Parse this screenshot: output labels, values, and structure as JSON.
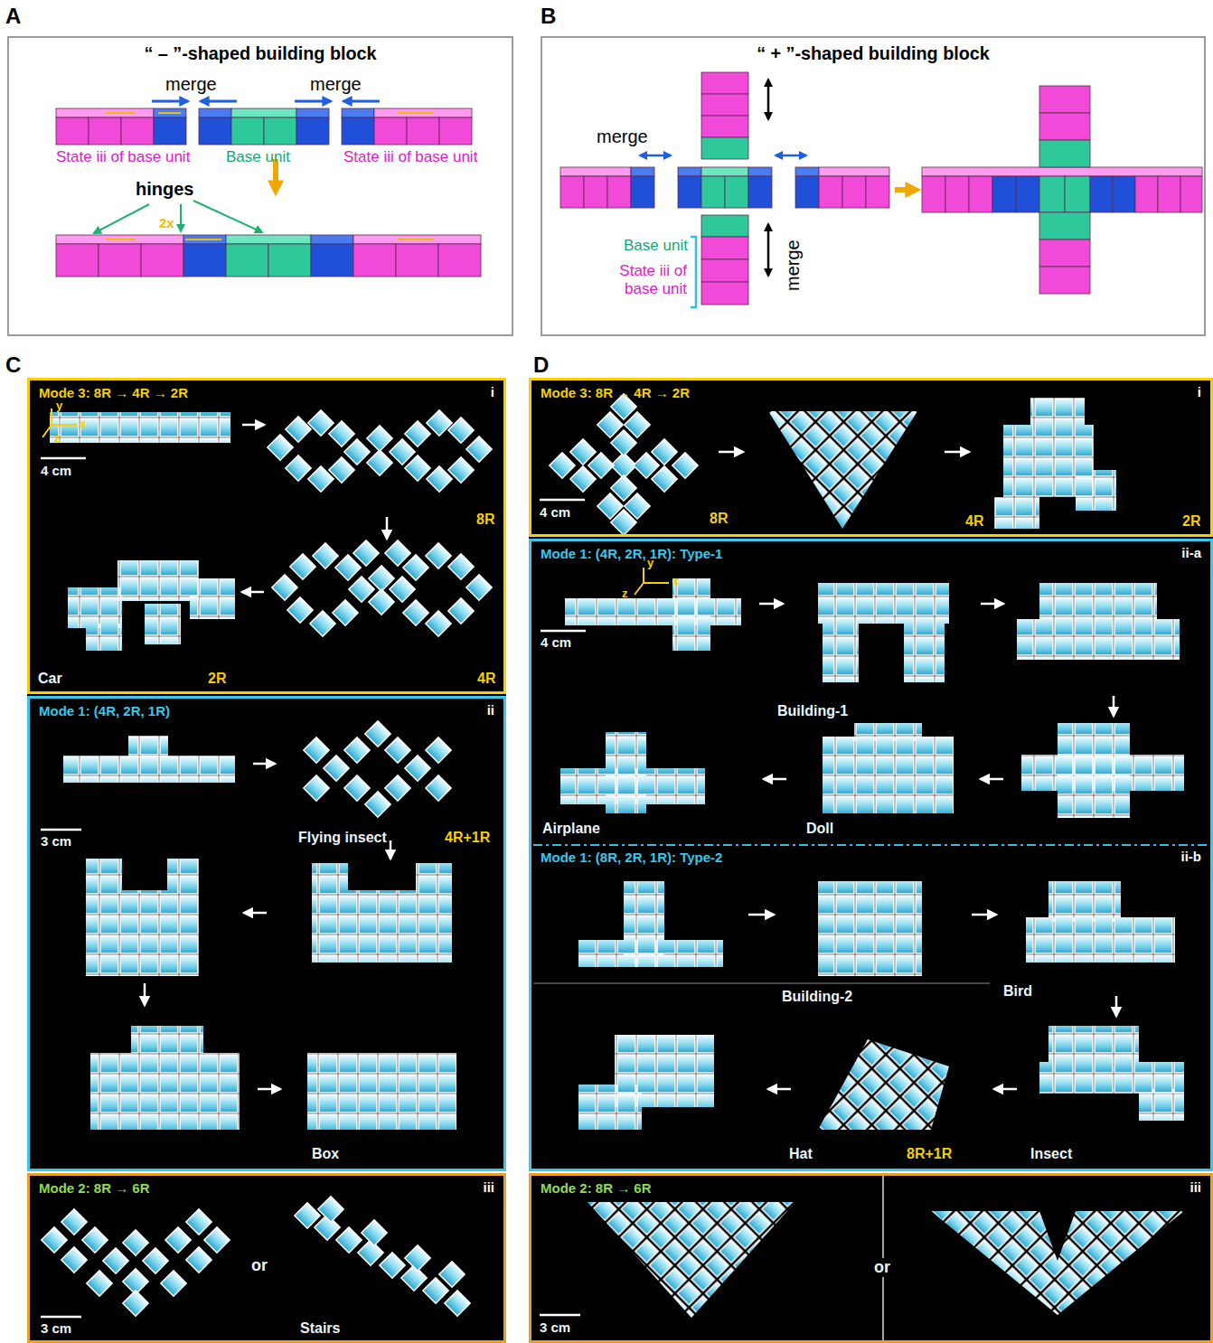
{
  "diagram": {
    "nodes": [
      {
        "text": [
          "“ – ”-shaped building block"
        ]
      },
      {
        "text": [
          "“ + ”-shaped building block"
        ]
      },
      {
        "text": [
          "Mode 3: 8R → 4R → 2R",
          "i"
        ]
      },
      {
        "text": [
          "Mode 1: (4R, 2R, 1R)",
          "ii"
        ]
      },
      {
        "text": [
          "Mode 2: 8R → 6R",
          "iii"
        ]
      },
      {
        "text": [
          "Mode 3: 8R → 4R → 2R",
          "i"
        ]
      },
      {
        "text": [
          "Mode 1: (4R, 2R, 1R): Type-1",
          "ii-a"
        ]
      },
      {
        "text": [
          "Mode 1: (8R, 2R, 1R): Type-2",
          "ii-b"
        ]
      },
      {
        "text": [
          "Mode 2: 8R → 6R",
          "iii"
        ]
      }
    ],
    "labels": [
      "A",
      "B",
      "C",
      "D",
      "merge",
      "merge",
      "State iii of base unit",
      "Base unit",
      "State iii of base unit",
      "hinges",
      "2x",
      "merge",
      "merge",
      "Base unit",
      "State iii of base unit",
      "y",
      "x",
      "z",
      "4 cm",
      "8R",
      "Car",
      "2R",
      "4R",
      "3 cm",
      "Flying insect",
      "4R+1R",
      "Box",
      "3 cm",
      "or",
      "Stairs",
      "4 cm",
      "8R",
      "4R",
      "2R",
      "y",
      "z",
      "x",
      "4 cm",
      "Building-1",
      "Airplane",
      "Doll",
      "Building-2",
      "Bird",
      "Hat",
      "8R+1R",
      "Insect",
      "3 cm",
      "or"
    ]
  }
}
